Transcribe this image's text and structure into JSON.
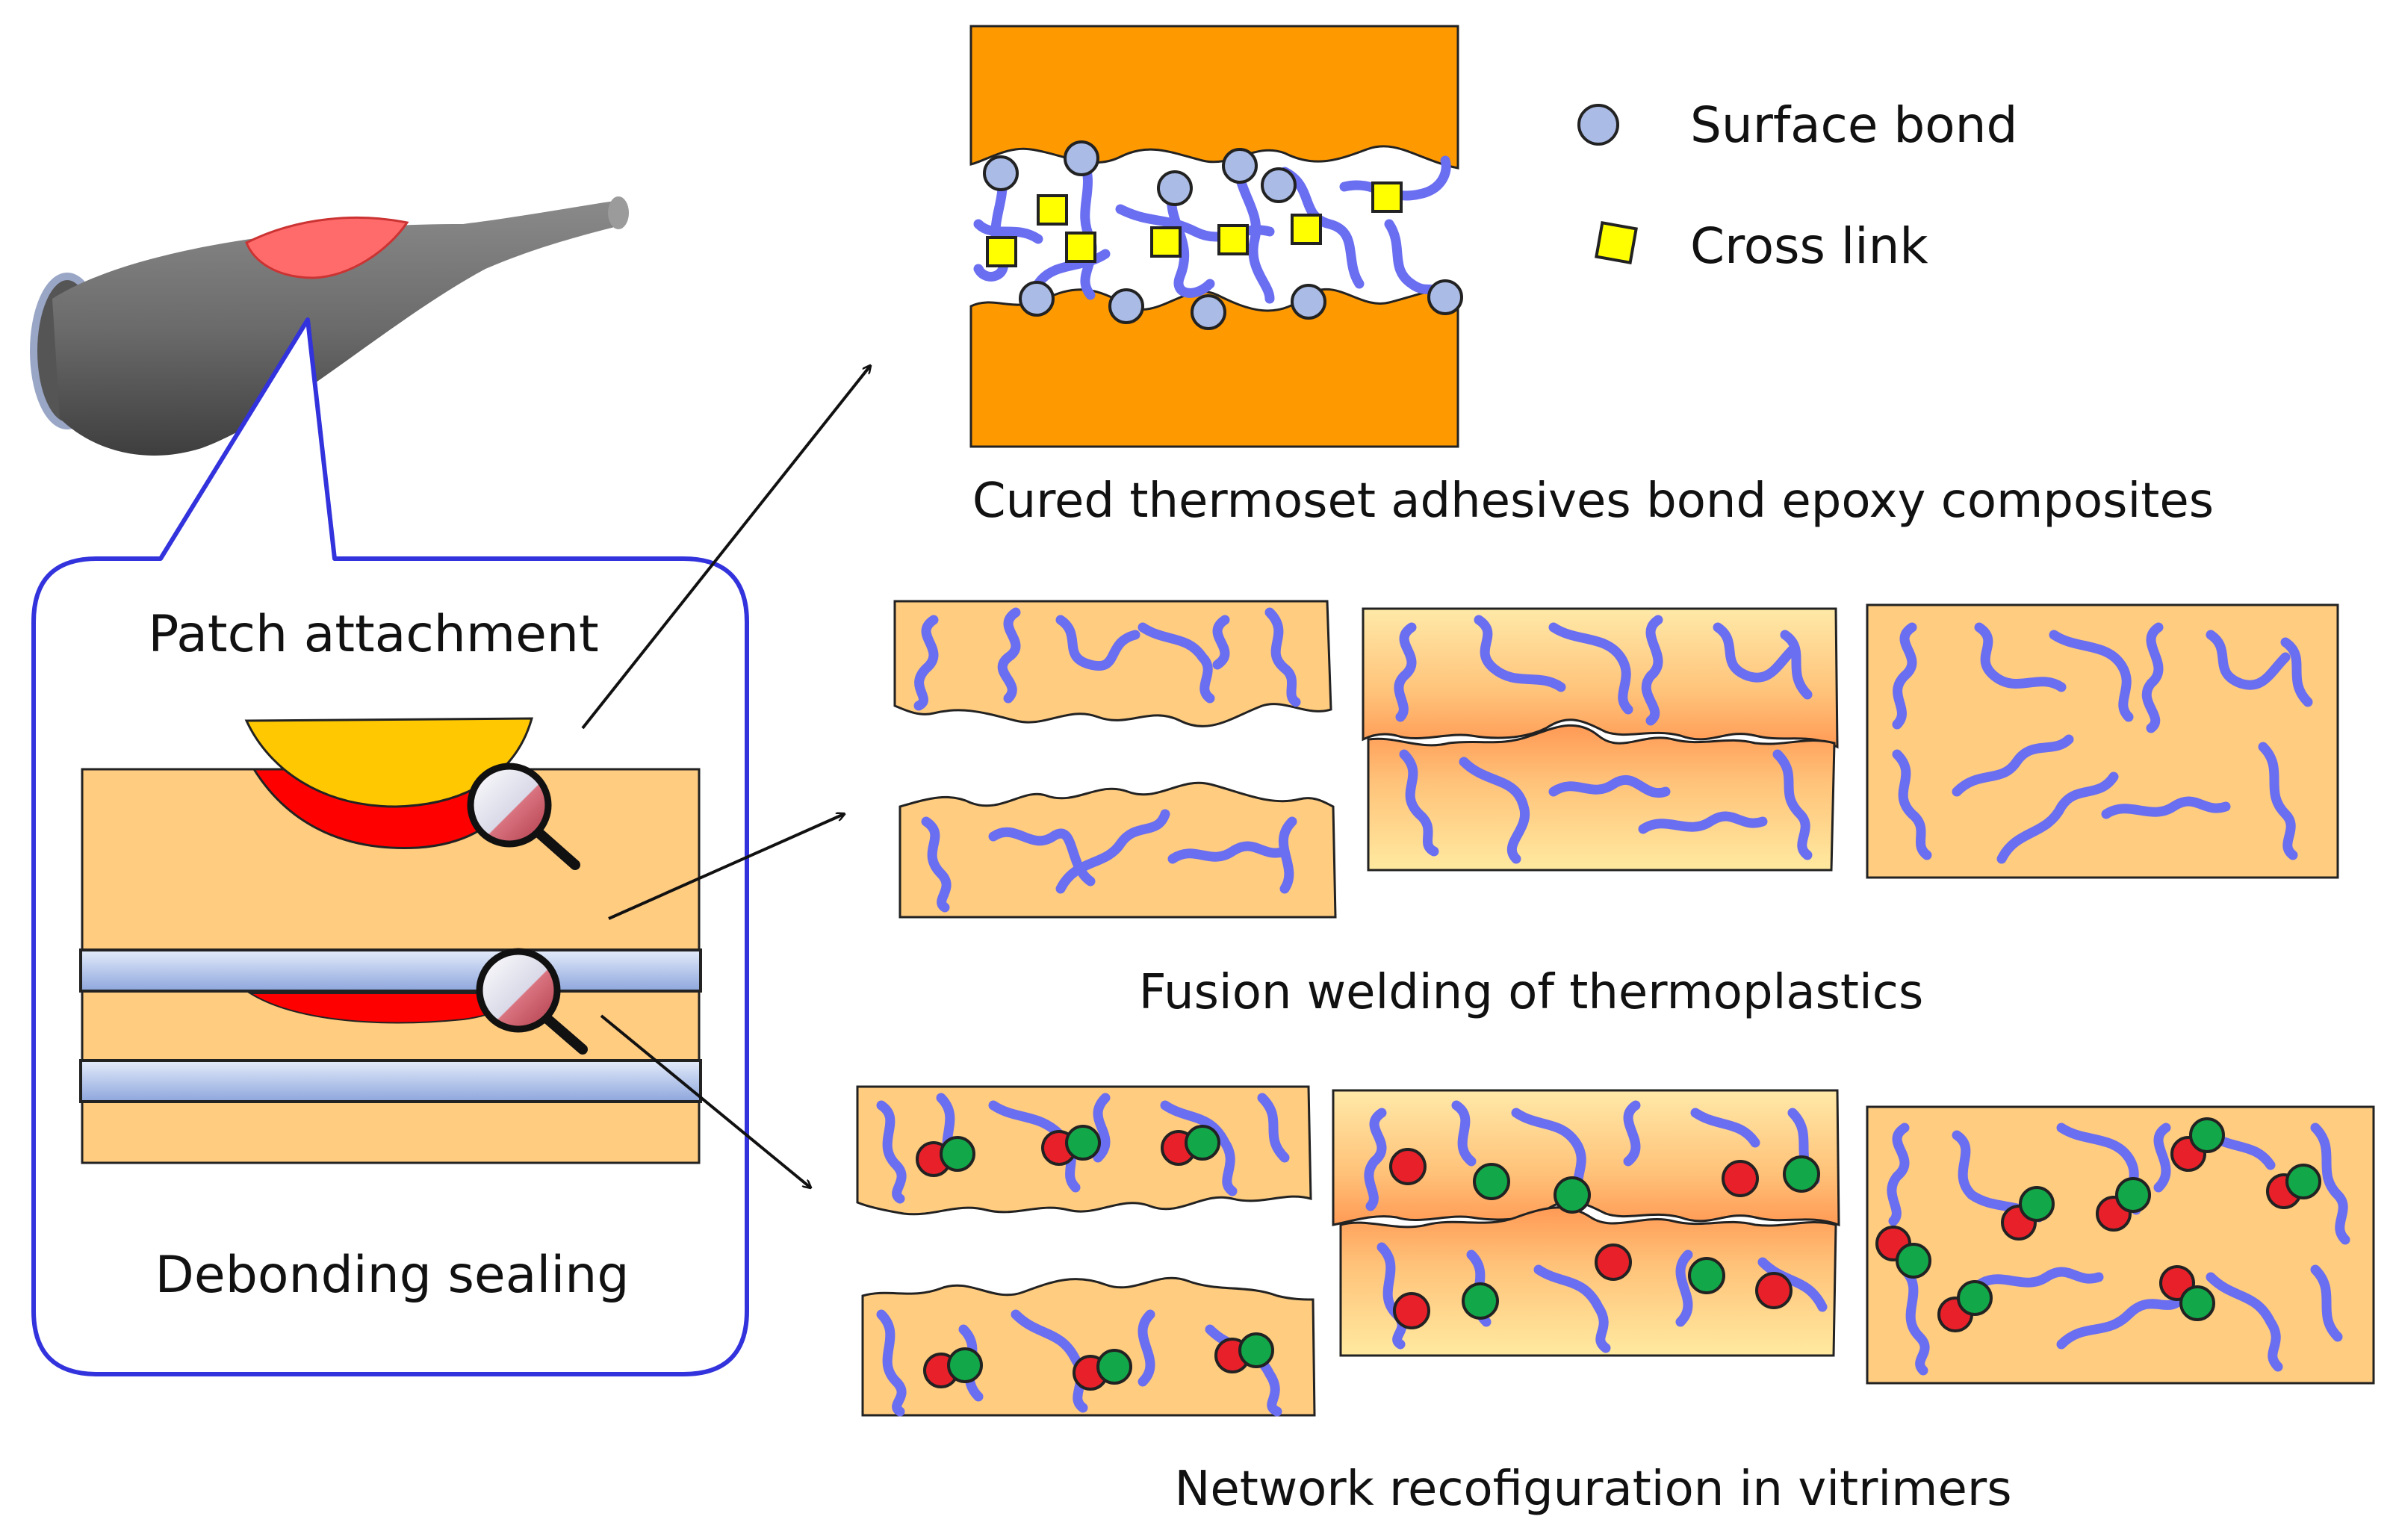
{
  "labels": {
    "patch_attachment": "Patch attachment",
    "debonding_sealing": "Debonding sealing",
    "thermoset_caption": "Cured thermoset adhesives bond epoxy composites",
    "fusion_caption": "Fusion welding of thermoplastics",
    "vitrimer_caption": "Network recofiguration in vitrimers"
  },
  "legend": [
    {
      "name": "Surface bond",
      "icon": "light-blue-circle-icon"
    },
    {
      "name": "Cross link",
      "icon": "yellow-square-icon"
    }
  ],
  "colors": {
    "adherend_orange": "#ff9900",
    "polymer_matrix": "#ffcc80",
    "polymer_chain": "#6a6ef0",
    "surface_bond": "#aabbe6",
    "cross_link": "#ffff00",
    "blade": "#6b6b6b",
    "patch_red": "#ff0000",
    "patch_yellow": "#ffc800",
    "callout_border": "#3333dd",
    "exchange_red": "#e8202a",
    "exchange_green": "#12a84a"
  }
}
